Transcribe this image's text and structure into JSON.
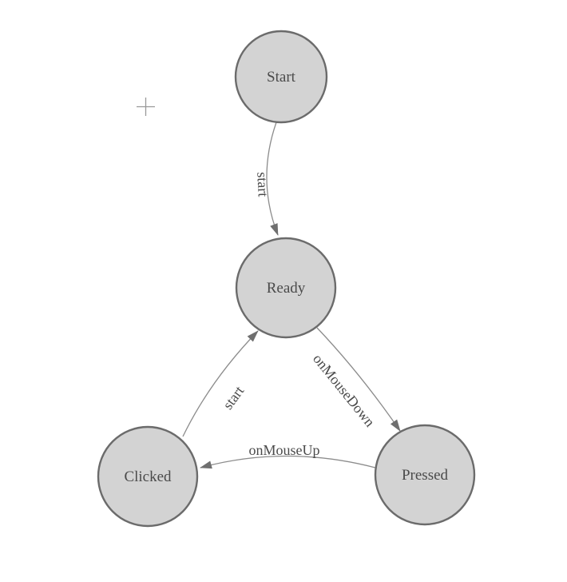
{
  "diagram": {
    "type": "state-machine",
    "nodes": [
      {
        "id": "start",
        "label": "Start"
      },
      {
        "id": "ready",
        "label": "Ready"
      },
      {
        "id": "clicked",
        "label": "Clicked"
      },
      {
        "id": "pressed",
        "label": "Pressed"
      }
    ],
    "edges": [
      {
        "from": "Start",
        "to": "Ready",
        "label": "start"
      },
      {
        "from": "Ready",
        "to": "Pressed",
        "label": "onMouseDown"
      },
      {
        "from": "Pressed",
        "to": "Clicked",
        "label": "onMouseUp"
      },
      {
        "from": "Clicked",
        "to": "Ready",
        "label": "start"
      }
    ],
    "cursor": {
      "glyph": "+"
    },
    "colors": {
      "background": "#ffffff",
      "node_fill": "#d3d3d3",
      "node_stroke": "#6b6b6b",
      "edge_stroke": "#8c8c8c",
      "arrowhead": "#6f6f6f",
      "label_text": "#4a4a4a",
      "cursor": "#999999"
    }
  }
}
